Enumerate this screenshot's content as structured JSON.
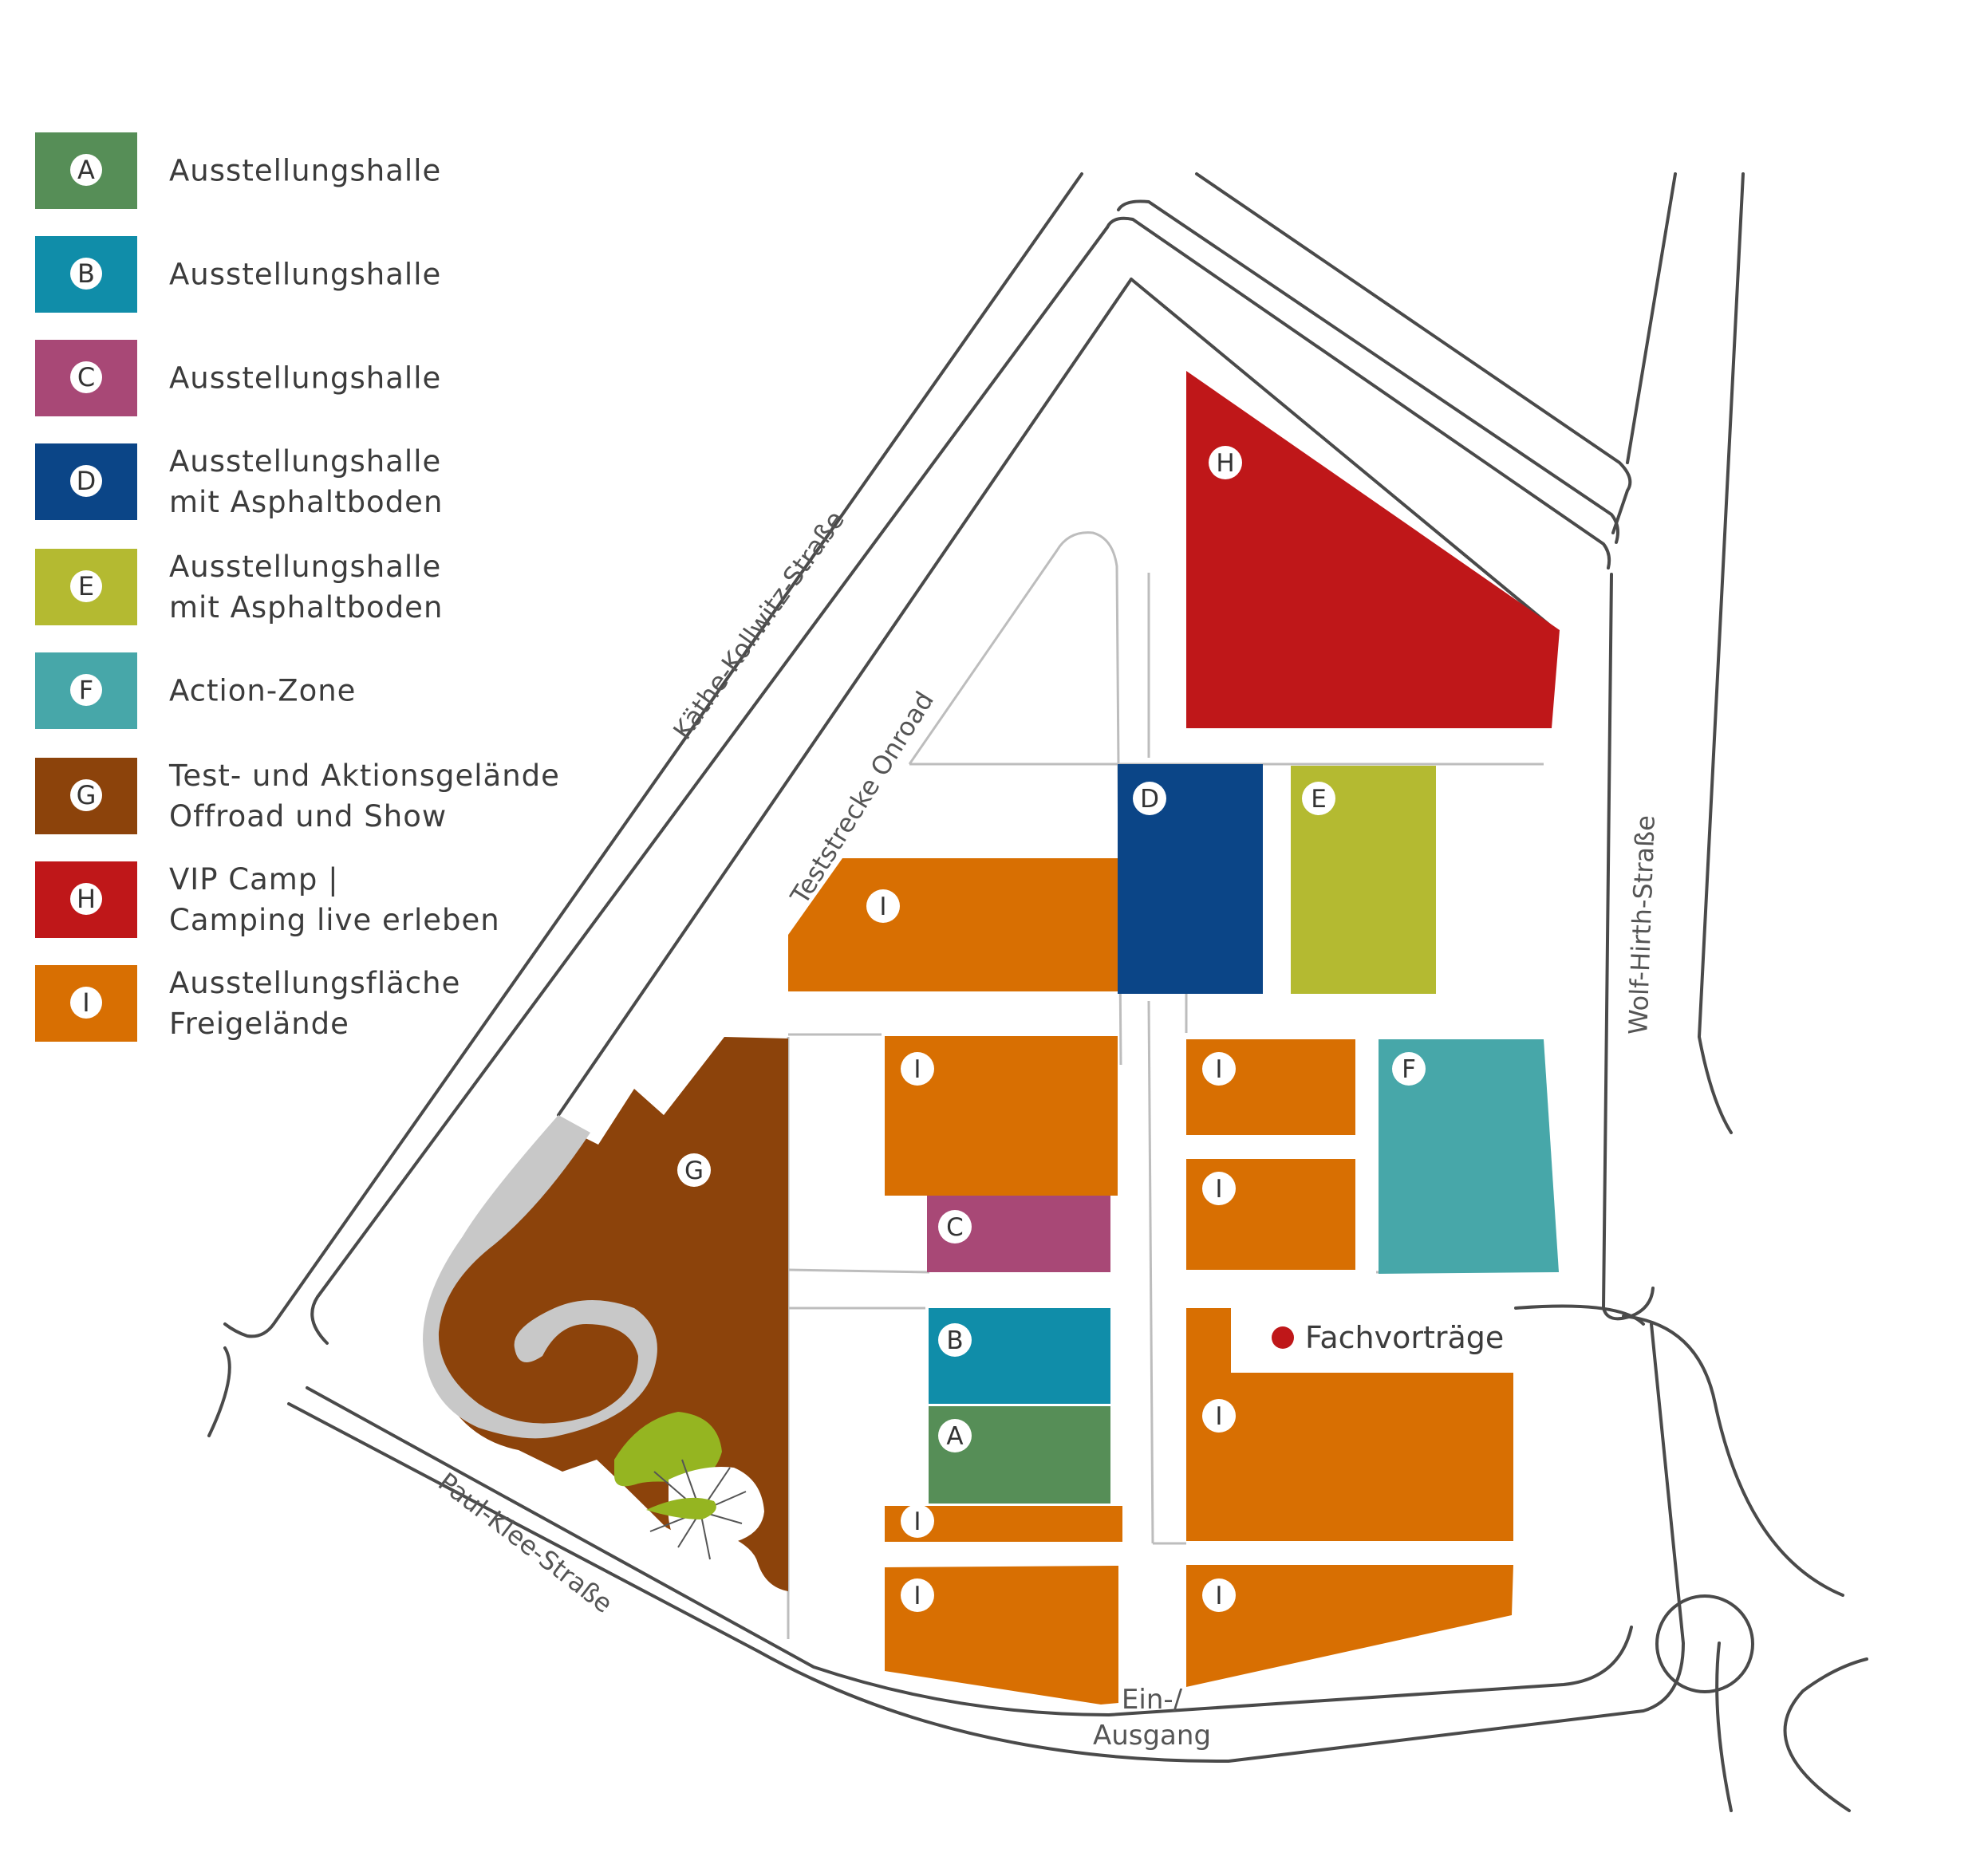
{
  "legend": [
    {
      "key": "A",
      "color": "#568e57",
      "lines": [
        "Ausstellungshalle"
      ]
    },
    {
      "key": "B",
      "color": "#108da9",
      "lines": [
        "Ausstellungshalle"
      ]
    },
    {
      "key": "C",
      "color": "#a84876",
      "lines": [
        "Ausstellungshalle"
      ]
    },
    {
      "key": "D",
      "color": "#0b4587",
      "lines": [
        "Ausstellungshalle",
        "mit Asphaltboden"
      ]
    },
    {
      "key": "E",
      "color": "#b4ba31",
      "lines": [
        "Ausstellungshalle",
        "mit Asphaltboden"
      ]
    },
    {
      "key": "F",
      "color": "#47a7a9",
      "lines": [
        "Action-Zone"
      ]
    },
    {
      "key": "G",
      "color": "#8c430b",
      "lines": [
        "Test- und Aktionsgelände",
        "Offroad und Show"
      ]
    },
    {
      "key": "H",
      "color": "#bf1719",
      "lines": [
        "VIP Camp |",
        "Camping live erleben"
      ]
    },
    {
      "key": "I",
      "color": "#d86f02",
      "lines": [
        "Ausstellungsfläche",
        "Freigelände"
      ]
    }
  ],
  "streets": {
    "kaethe": "Käthe-Kollwitz-Straße",
    "teststrecke": "Teststrecke Onroad",
    "wolf": "Wolf-Hirth-Straße",
    "paul": "Paul-Klee-Straße"
  },
  "entrance": [
    "Ein-/",
    "Ausgang"
  ],
  "poi": {
    "label": "Fachvorträge",
    "color": "#bf1719"
  },
  "badge_labels": {
    "A": "A",
    "B": "B",
    "C": "C",
    "D": "D",
    "E": "E",
    "F": "F",
    "G": "G",
    "H": "H",
    "I": "I"
  }
}
